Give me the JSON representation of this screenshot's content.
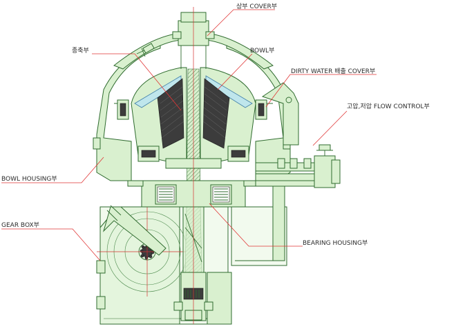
{
  "labels": {
    "top_cover": "상부 COVER부",
    "spindle": "종축부",
    "bowl": "BOWL부",
    "dirty_water_cover": "DIRTY WATER 배출 COVER부",
    "flow_control": "고압,저압 FLOW CONTROL부",
    "bowl_housing": "BOWL HOUSING부",
    "gear_box": "GEAR BOX부",
    "bearing_housing": "BEARING HOUSING부"
  },
  "colors": {
    "outline": "#2f6b2f",
    "fill": "#d9f0cf",
    "leader": "#e03535",
    "disc_stack": "#3c3c3c",
    "cone": "#bfe6ec"
  }
}
